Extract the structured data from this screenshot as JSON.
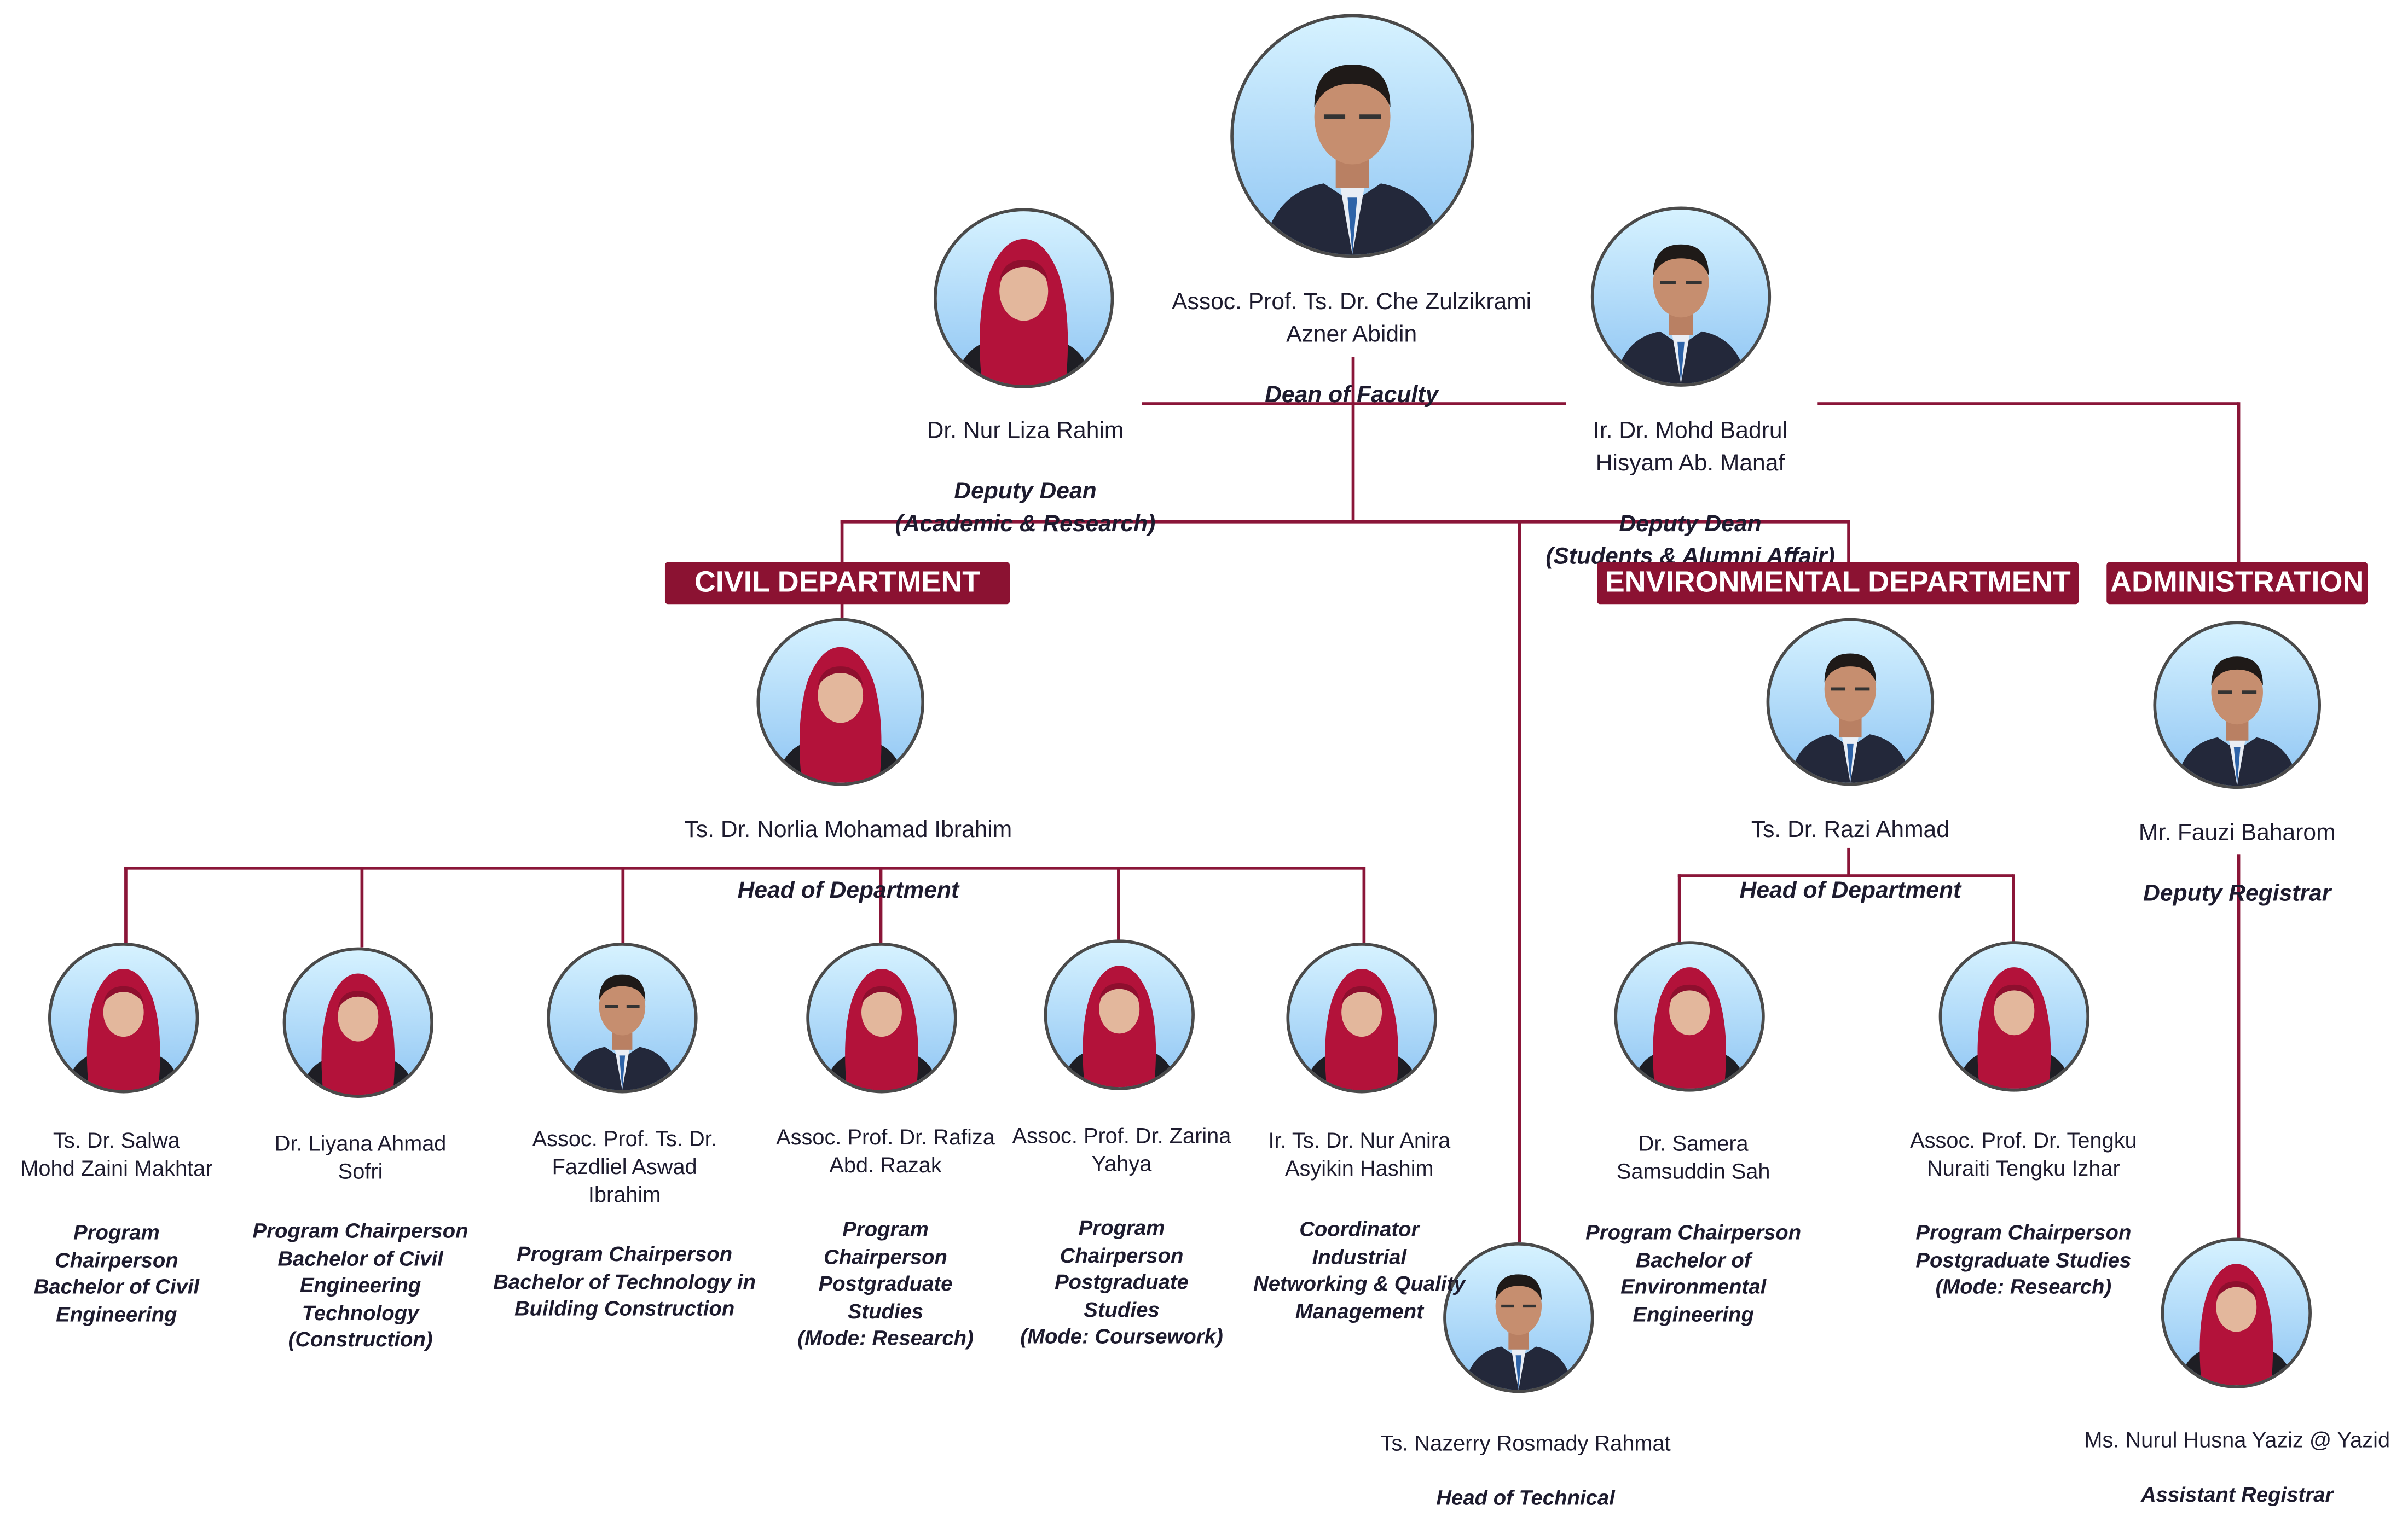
{
  "dean": {
    "name": "Assoc. Prof. Ts. Dr. Che Zulzikrami\nAzner Abidin",
    "role": "Dean of Faculty"
  },
  "deputy_academic": {
    "name": "Dr. Nur Liza Rahim",
    "role": "Deputy Dean\n(Academic & Research)"
  },
  "deputy_students": {
    "name": "Ir. Dr. Mohd Badrul\nHisyam Ab. Manaf",
    "role": "Deputy Dean\n(Students & Alumni Affair)"
  },
  "departments": {
    "civil": "CIVIL DEPARTMENT",
    "environmental": "ENVIRONMENTAL DEPARTMENT",
    "administration": "ADMINISTRATION"
  },
  "civil_head": {
    "name": "Ts. Dr. Norlia Mohamad Ibrahim",
    "role": "Head of Department"
  },
  "civil_staff": [
    {
      "name": "Ts. Dr. Salwa\nMohd Zaini Makhtar",
      "role": "Program\nChairperson\nBachelor of Civil\nEngineering"
    },
    {
      "name": "Dr. Liyana Ahmad\nSofri",
      "role": "Program Chairperson\nBachelor of Civil\nEngineering\nTechnology\n(Construction)"
    },
    {
      "name": "Assoc. Prof. Ts. Dr.\nFazdliel Aswad\nIbrahim",
      "role": "Program Chairperson\nBachelor of Technology in\nBuilding Construction"
    },
    {
      "name": "Assoc. Prof. Dr. Rafiza\nAbd. Razak",
      "role": "Program\nChairperson\nPostgraduate\nStudies\n(Mode: Research)"
    },
    {
      "name": "Assoc. Prof. Dr. Zarina\nYahya",
      "role": "Program\nChairperson\nPostgraduate\nStudies\n(Mode: Coursework)"
    },
    {
      "name": "Ir. Ts. Dr. Nur Anira\nAsyikin Hashim",
      "role": "Coordinator\nIndustrial\nNetworking & Quality\nManagement"
    }
  ],
  "technical_head": {
    "name": "Ts. Nazerry Rosmady Rahmat",
    "role": "Head of Technical"
  },
  "env_head": {
    "name": "Ts. Dr. Razi Ahmad",
    "role": "Head of Department"
  },
  "env_staff": [
    {
      "name": "Dr. Samera\nSamsuddin Sah",
      "role": "Program Chairperson\nBachelor of\nEnvironmental\nEngineering"
    },
    {
      "name": "Assoc. Prof. Dr. Tengku\nNuraiti Tengku Izhar",
      "role": "Program Chairperson\nPostgraduate Studies\n(Mode: Research)"
    }
  ],
  "admin_head": {
    "name": "Mr. Fauzi Baharom",
    "role": "Deputy Registrar"
  },
  "admin_staff": {
    "name": "Ms. Nurul Husna Yaziz @ Yazid",
    "role": "Assistant Registrar"
  },
  "colors": {
    "accent": "#8b1232",
    "line": "#8a1538",
    "text": "#1d1b2e"
  }
}
